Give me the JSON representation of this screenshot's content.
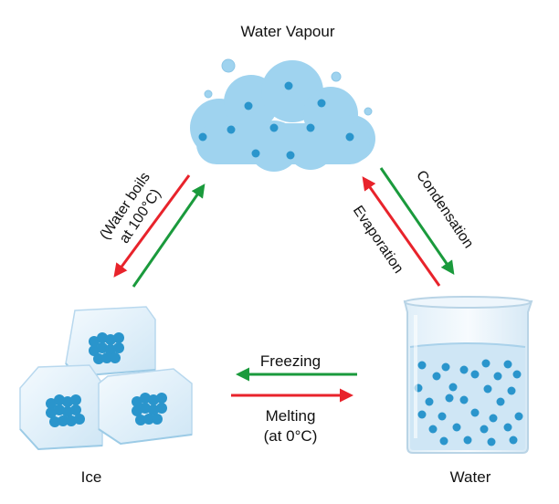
{
  "labels": {
    "water_vapour": "Water Vapour",
    "ice": "Ice",
    "water": "Water",
    "freezing": "Freezing",
    "melting": "Melting",
    "melting_note": "(at 0°C)",
    "boils_line1": "(Water boils",
    "boils_line2": "at 100°C)",
    "condensation": "Condensation",
    "evaporation": "Evaporation"
  },
  "colors": {
    "arrow_red": "#e8232b",
    "arrow_green": "#1a9a3c",
    "cloud": "#9fd3ef",
    "cloud_dot": "#2a95cc",
    "water": "#cfe6f5",
    "particle": "#2a95cc"
  }
}
